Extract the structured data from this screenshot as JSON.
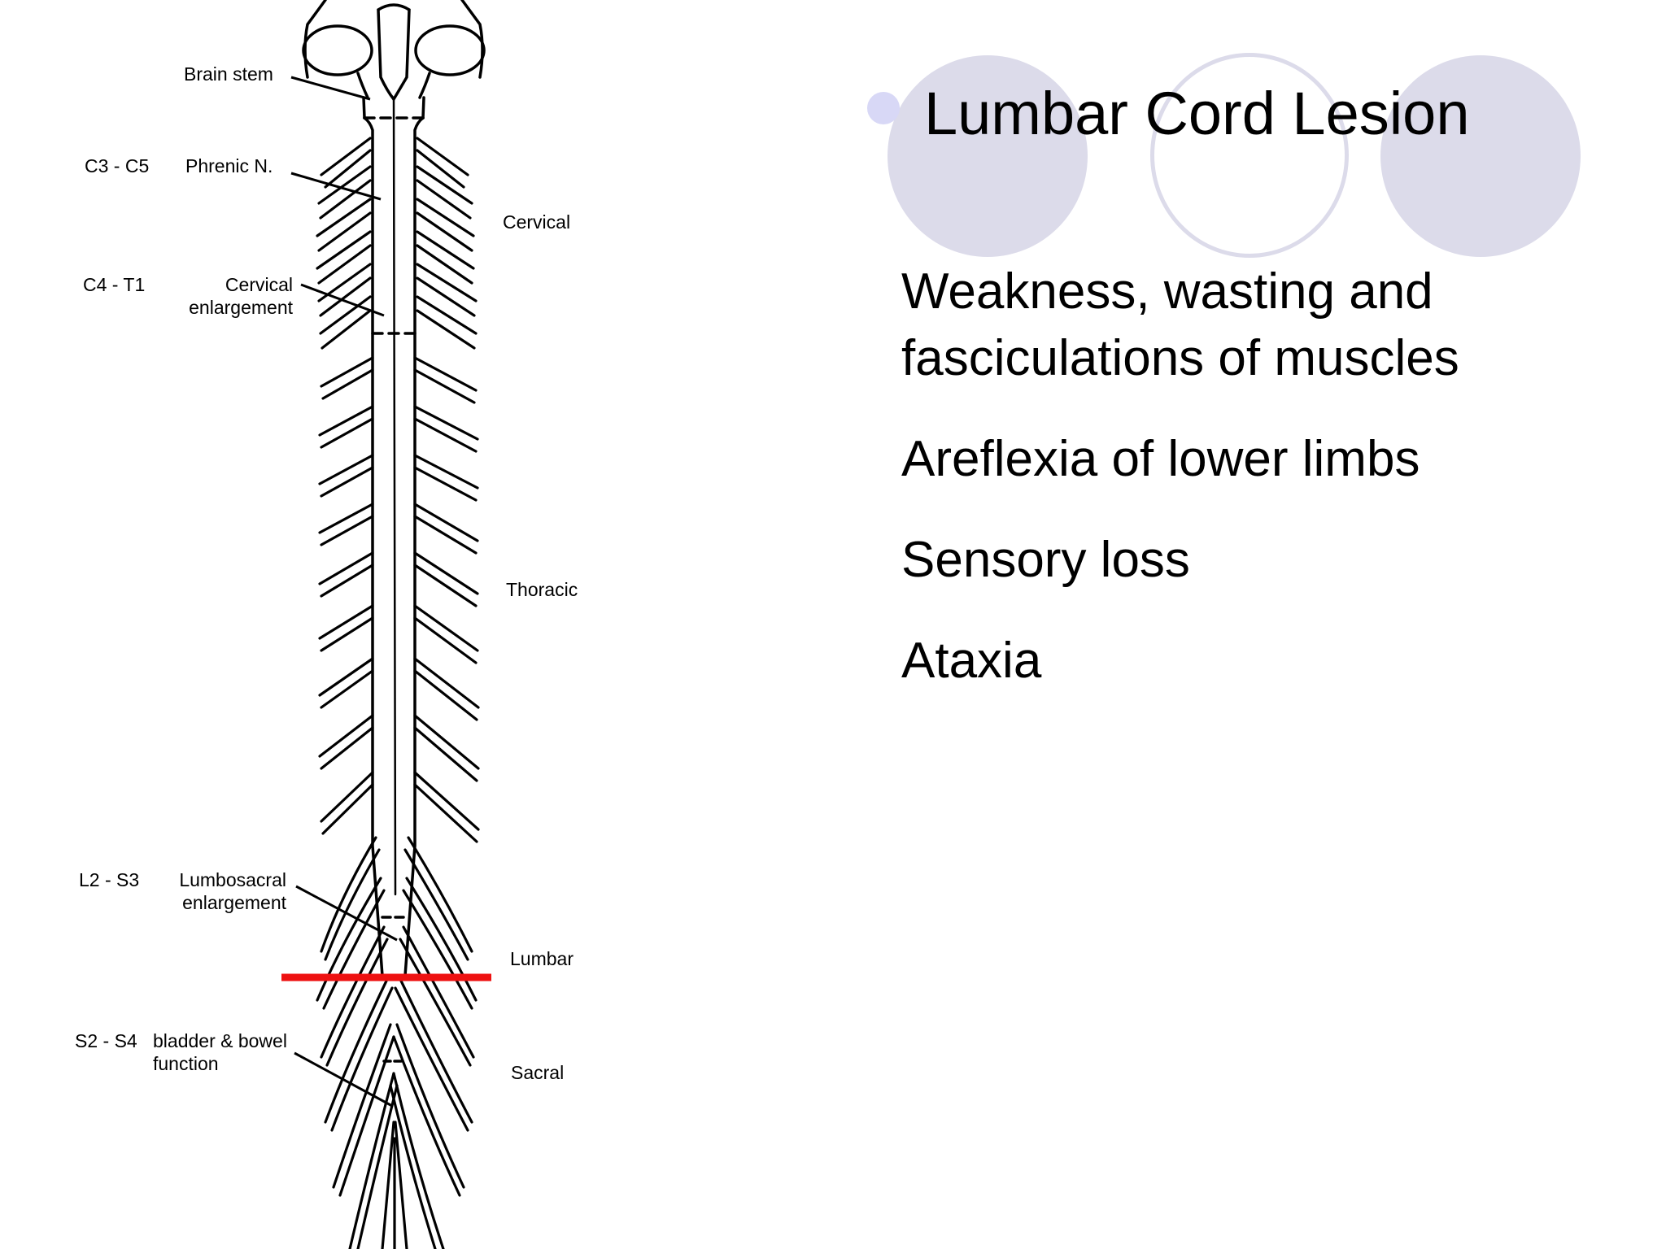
{
  "slide": {
    "title": "Lumbar Cord Lesion",
    "bullets": [
      "Weakness, wasting and fasciculations of muscles",
      "Areflexia of lower limbs",
      "Sensory loss",
      "Ataxia"
    ],
    "title_bullet_icon": "circle-bullet-icon",
    "decor_colors": {
      "circle_fill": "#dcdbea",
      "circle_outline": "#dcdbea",
      "bullet": "#d8d8f6"
    }
  },
  "figure": {
    "left_labels": [
      {
        "segment": "",
        "text": "Brain stem"
      },
      {
        "segment": "C3 - C5",
        "text": "Phrenic N."
      },
      {
        "segment": "C4 - T1",
        "text": "Cervical enlargement"
      },
      {
        "segment": "L2 - S3",
        "text": "Lumbosacral enlargement"
      },
      {
        "segment": "S2 - S4",
        "text": "bladder & bowel function"
      }
    ],
    "right_labels": [
      "Cervical",
      "Thoracic",
      "Lumbar",
      "Sacral"
    ],
    "lesion_line_color": "#ee1111"
  }
}
